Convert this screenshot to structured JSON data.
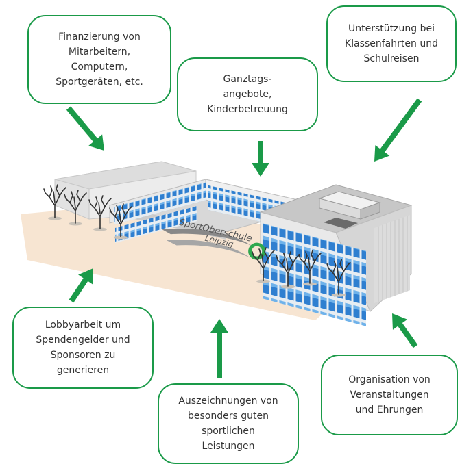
{
  "accent_color": "#1a9a48",
  "boxes": {
    "finance": {
      "lines": [
        "Finanzierung von",
        "Mitarbeitern,",
        "Computern,",
        "Sportgeräten, etc."
      ]
    },
    "allday": {
      "lines": [
        "Ganztags-",
        "angebote,",
        "Kinderbetreuung"
      ]
    },
    "trips": {
      "lines": [
        "Unterstützung bei",
        "Klassenfahrten und",
        "Schulreisen"
      ]
    },
    "lobby": {
      "lines": [
        "Lobbyarbeit um",
        "Spendengelder und",
        "Sponsoren zu",
        "generieren"
      ]
    },
    "awards": {
      "lines": [
        "Auszeichnungen von",
        "besonders guten",
        "sportlichen",
        "Leistungen"
      ]
    },
    "events": {
      "lines": [
        "Organisation von",
        "Veranstaltungen",
        "und Ehrungen"
      ]
    }
  },
  "logo": {
    "line1": "SportOberschule",
    "line2": "Leipzig"
  },
  "icons": {
    "arrows": "arrow-icon",
    "trees": "tree-icon"
  }
}
